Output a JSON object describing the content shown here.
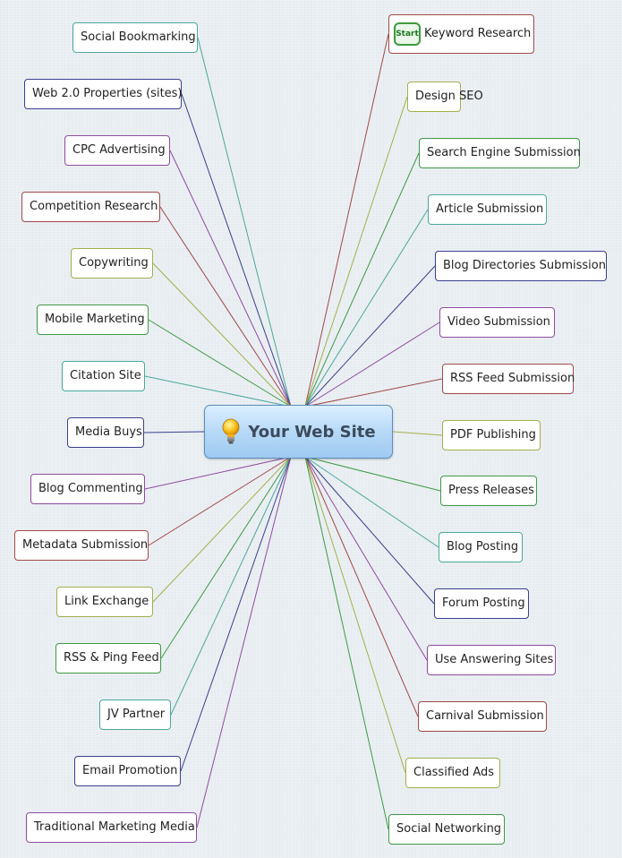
{
  "central": {
    "label": "Your Web Site",
    "icon": "lightbulb-icon"
  },
  "left_topics": [
    "Social Bookmarking",
    "Web 2.0 Properties (sites)",
    "CPC Advertising",
    "Competition Research",
    "Copywriting",
    "Mobile Marketing",
    "Citation Site",
    "Media Buys",
    "Blog Commenting",
    "Metadata Submission",
    "Link Exchange",
    "RSS & Ping Feed",
    "JV Partner",
    "Email Promotion",
    "Traditional Marketing Media"
  ],
  "right_topics": [
    "Keyword Research",
    "Design SEO",
    "Search Engine Submission",
    "Article Submission",
    "Blog Directories Submission",
    "Video Submission",
    "RSS Feed Submission",
    "PDF Publishing",
    "Press Releases",
    "Blog Posting",
    "Forum Posting",
    "Use Answering Sites",
    "Carnival Submission",
    "Classified Ads",
    "Social Networking"
  ],
  "start_marker": {
    "label": "Start",
    "icon": "start-flag-icon"
  },
  "colors": {
    "palette": [
      "#4aa89a",
      "#3a3f8f",
      "#8e4ba0",
      "#a04848",
      "#a2b04a",
      "#3f9a46"
    ],
    "central_border": "#5d8fbf"
  }
}
